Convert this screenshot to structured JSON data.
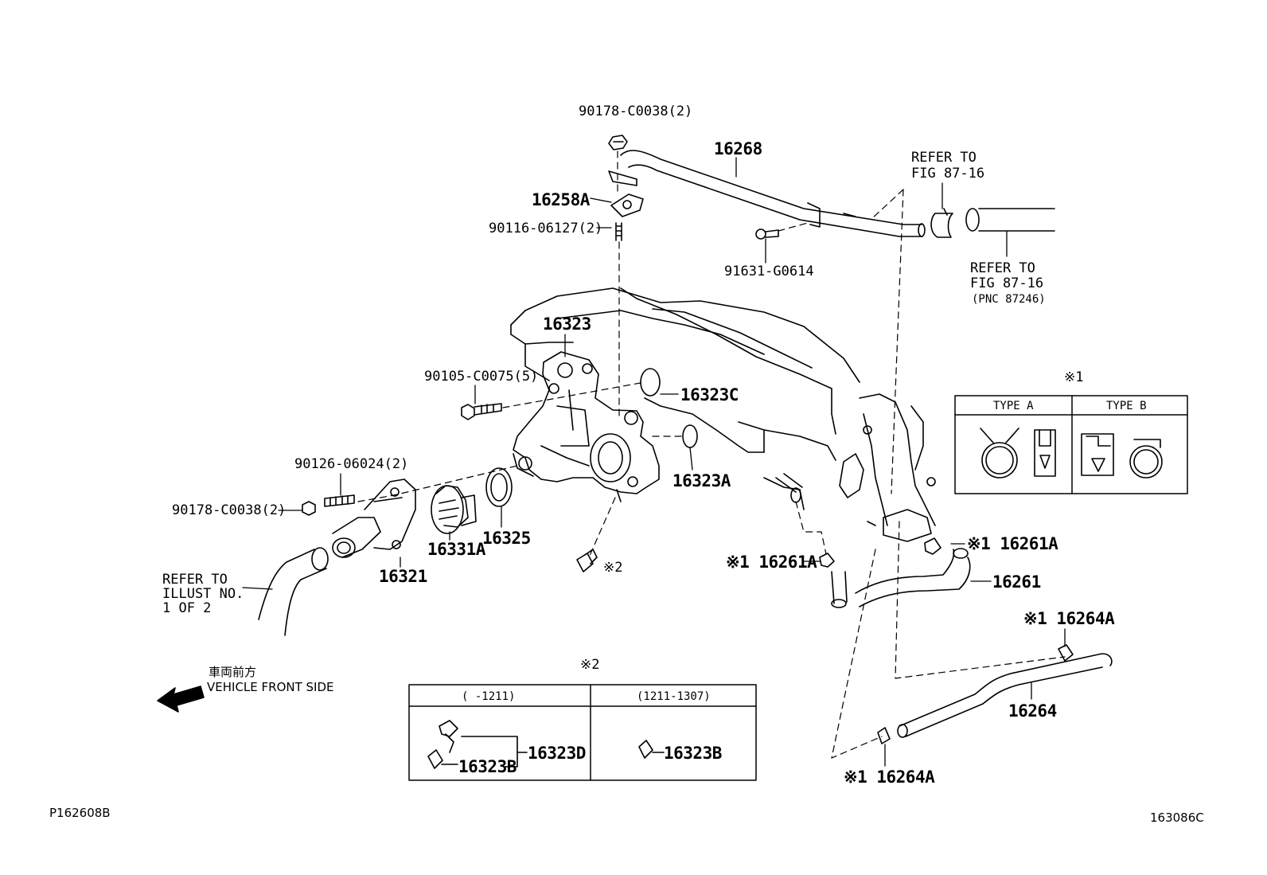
{
  "parts": {
    "p90178_top": "90178-C0038(2)",
    "p16268": "16268",
    "p16258A": "16258A",
    "p90116": "90116-06127(2)",
    "p91631": "91631-G0614",
    "p16323": "16323",
    "p90105": "90105-C0075(5)",
    "p16323C": "16323C",
    "p16323A": "16323A",
    "p90126": "90126-06024(2)",
    "p90178_left": "90178-C0038(2)",
    "p16331A": "16331A",
    "p16325": "16325",
    "p16321": "16321",
    "p16261A_left": "※1 16261A",
    "p16261A_right": "※1 16261A",
    "p16261": "16261",
    "p16264A_top": "※1 16264A",
    "p16264": "16264",
    "p16264A_bottom": "※1 16264A",
    "note2_mark": "※2"
  },
  "refs": {
    "refer_top_line1": "REFER TO",
    "refer_top_line2": "FIG 87-16",
    "refer_right_line1": "REFER TO",
    "refer_right_line2": "FIG 87-16",
    "refer_right_line3": "(PNC 87246)",
    "refer_left_line1": "REFER TO",
    "refer_left_line2": "ILLUST NO.",
    "refer_left_line3": "1 OF 2"
  },
  "direction": {
    "japanese": "車両前方",
    "english": "VEHICLE FRONT SIDE"
  },
  "type_table": {
    "mark": "※1",
    "type_a": "TYPE A",
    "type_b": "TYPE B"
  },
  "note_table": {
    "mark": "※2",
    "col1_header": "(      -1211)",
    "col2_header": "(1211-1307)",
    "col1_part_d": "16323D",
    "col1_part_b": "16323B",
    "col2_part_b": "16323B"
  },
  "footer": {
    "left_code": "P162608B",
    "right_code": "163086C"
  }
}
